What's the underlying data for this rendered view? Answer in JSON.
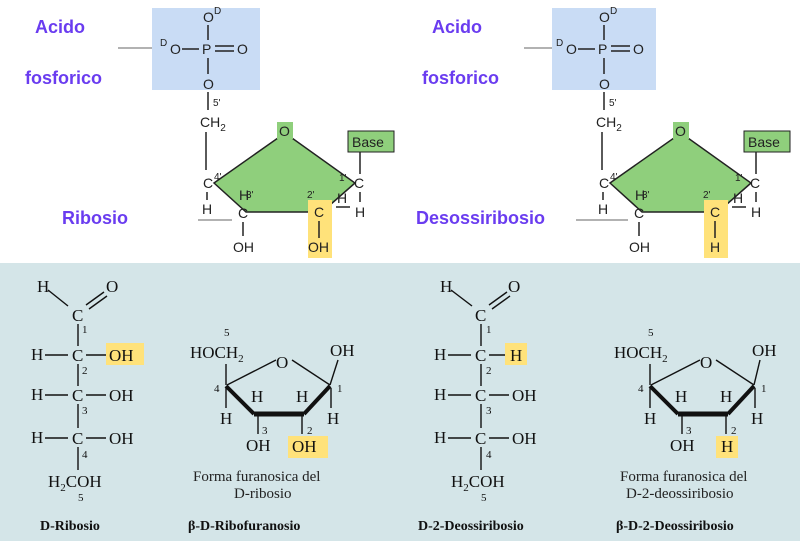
{
  "top": {
    "left": {
      "phosphate_label_1": "Acido",
      "phosphate_label_2": "fosforico",
      "sugar_label": "Ribosio",
      "base_label": "Base",
      "c2_substituent": "OH",
      "c2_h": "H"
    },
    "right": {
      "phosphate_label_1": "Acido",
      "phosphate_label_2": "fosforico",
      "sugar_label": "Desossiribosio",
      "base_label": "Base",
      "c2_substituent": "H",
      "c2_h": "H"
    },
    "atoms": {
      "O": "O",
      "P": "P",
      "C": "C",
      "H": "H",
      "OH": "OH",
      "CH2": "CH",
      "two": "2",
      "d_sup": "D",
      "pos_5": "5'",
      "pos_4": "4'",
      "pos_3": "3'",
      "pos_2": "2'",
      "pos_1": "1'"
    }
  },
  "bottom": {
    "atoms": {
      "H": "H",
      "O": "O",
      "C": "C",
      "OH": "OH",
      "HOCH2": "HOCH",
      "H2COH": "H",
      "COH": "COH",
      "two": "2"
    },
    "nums": [
      "1",
      "2",
      "3",
      "4",
      "5"
    ],
    "captions": {
      "ribose_line1": "Forma furanosica del",
      "ribose_line2": "D-ribosio",
      "deoxy_line1": "Forma furanosica del",
      "deoxy_line2": "D-2-deossiribosio"
    },
    "names": [
      "D-Ribosio",
      "β-D-Ribofuranosio",
      "D-2-Deossiribosio",
      "β-D-2-Deossiribosio"
    ],
    "highlights": {
      "ribose": "OH",
      "deoxy": "H"
    }
  },
  "colors": {
    "phosphate_box": "#c9dcf5",
    "ring_fill": "#8fcf7c",
    "highlight": "#ffe27a",
    "label_purple": "#6a3cf0",
    "bottom_bg": "#d4e5e8",
    "base_box": "#8fcf7c"
  }
}
